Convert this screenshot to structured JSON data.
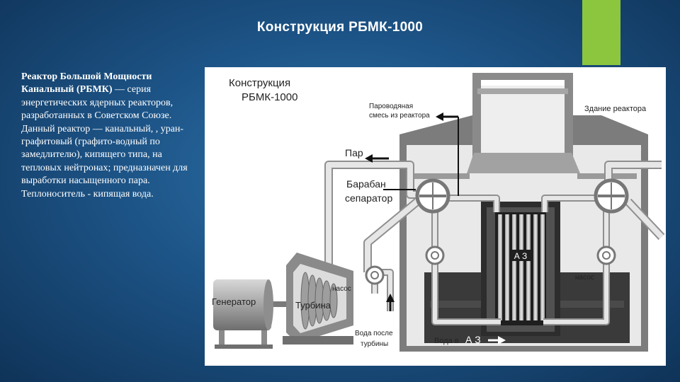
{
  "slide": {
    "title": "Конструкция РБМК-1000",
    "accent_color": "#8cc63f",
    "background_color": "#1d5487"
  },
  "description": {
    "bold": "Реактор Большой Мощности Канальный (РБМК)",
    "text": " — серия энергетических ядерных реакторов, разработанных в Советском Союзе. Данный реактор — канальный, , уран-графитовый (графито-водный по замедлителю), кипящего типа, на тепловых нейтронах; предназначен для выработки насыщенного пара. Теплоноситель - кипящая вода."
  },
  "diagram": {
    "title_line1": "Конструкция",
    "title_line2": "РБМК-1000",
    "labels": {
      "steam_water_line1": "Пароводяная",
      "steam_water_line2": "смесь из реактора",
      "building": "Здание реактора",
      "steam": "Пар",
      "drum_line1": "Барабан",
      "drum_line2": "сепаратор",
      "core_top": "А З",
      "pump_left": "насос",
      "pump_right": "насос",
      "generator": "Генератор",
      "turbine": "Турбина",
      "water_after_line1": "Вода после",
      "water_after_line2": "турбины",
      "water_in_prefix": "Вода в",
      "water_in_core": "А З"
    }
  }
}
